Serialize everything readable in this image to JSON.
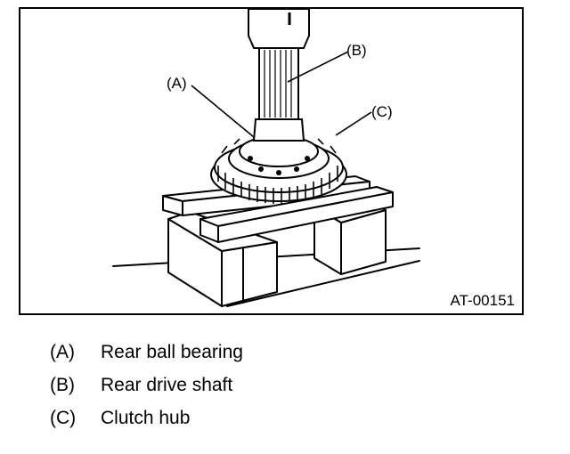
{
  "figure": {
    "callouts": [
      {
        "key": "(A)"
      },
      {
        "key": "(B)"
      },
      {
        "key": "(C)"
      }
    ],
    "figure_id": "AT-00151"
  },
  "legend": [
    {
      "key": "(A)",
      "text": "Rear ball bearing"
    },
    {
      "key": "(B)",
      "text": "Rear drive shaft"
    },
    {
      "key": "(C)",
      "text": "Clutch hub"
    }
  ]
}
